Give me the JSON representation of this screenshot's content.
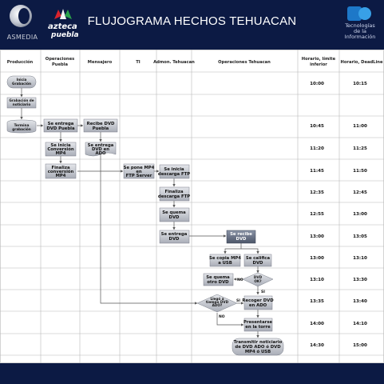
{
  "header": {
    "title": "FLUJOGRAMA HECHOS TEHUACAN",
    "logo_left": "ASMEDIA",
    "logo_mid_line1": "azteca",
    "logo_mid_line2": "puebla",
    "logo_right_line1": "Tecnologías",
    "logo_right_line2": "de la",
    "logo_right_line3": "Información"
  },
  "columns": [
    "Producción",
    "Operaciones Puebla",
    "Mensajero",
    "TI",
    "Admon. Tehuacan",
    "Operaciones Tehuacan",
    "Horario, límite inferior",
    "Horario, DeadLine"
  ],
  "rows": [
    {
      "lower": "10:00",
      "deadline": "10:15"
    },
    {
      "lower": "",
      "deadline": ""
    },
    {
      "lower": "10:45",
      "deadline": "11:00"
    },
    {
      "lower": "11:20",
      "deadline": "11:25"
    },
    {
      "lower": "11:45",
      "deadline": "11:50"
    },
    {
      "lower": "12:35",
      "deadline": "12:45"
    },
    {
      "lower": "12:55",
      "deadline": "13:00"
    },
    {
      "lower": "13:00",
      "deadline": "13:05"
    },
    {
      "lower": "13:00",
      "deadline": "13:10"
    },
    {
      "lower": "13:10",
      "deadline": "13:30"
    },
    {
      "lower": "13:35",
      "deadline": "13:40"
    },
    {
      "lower": "14:00",
      "deadline": "14:10"
    },
    {
      "lower": "14:30",
      "deadline": "15:00"
    }
  ],
  "nodes": {
    "inicio_grabacion": "Inicia Grabación",
    "grabacion_noticiario": "Grabación de noticiario",
    "termina_grabacion": "Termina grabación",
    "entrega_dvd_puebla": "Se entrega DVD Puebla",
    "inicia_conversion": "Se inicia Conversión MP4",
    "finaliza_conversion": "Finaliza conversión MP4",
    "recibe_dvd_puebla": "Recibe DVD Puebla",
    "entrega_dvd_ado": "Se entrega DVD en ADO",
    "pone_mp4_ftp": "Se pone MP4 en FTP Server",
    "inicia_descarga_ftp": "Se inicia descarga FTP",
    "finaliza_descarga_ftp": "Finaliza descarga FTP",
    "quema_dvd": "Se quema DVD",
    "entrega_dvd": "Se entrega DVD",
    "recibe_dvd": "Se recibe DVD",
    "copia_mp4_usb": "Se copia MP4 a USB",
    "califica_dvd": "Se califica DVD",
    "quema_otro_dvd": "Se quema otro DVD",
    "dvd_ok": "DVD OK?",
    "llego_dvd_ado": "Llegó a tiempo DVD ADO?",
    "recoger_dvd_ado": "Recoger DVD en ADO",
    "presentarse_torre": "Presentarse en la torre",
    "transmitir": "Transmitir noticiario de DVD ADO ó DVD MP4 ó USB"
  },
  "edge_labels": {
    "no_1": "NO",
    "si_1": "SI",
    "si_2": "SI",
    "no_2": "NO"
  },
  "colors": {
    "navy": "#0c1a44",
    "box": "#c9ccd3",
    "box_dark": "#5b6478",
    "grid": "#b8b8b8"
  }
}
